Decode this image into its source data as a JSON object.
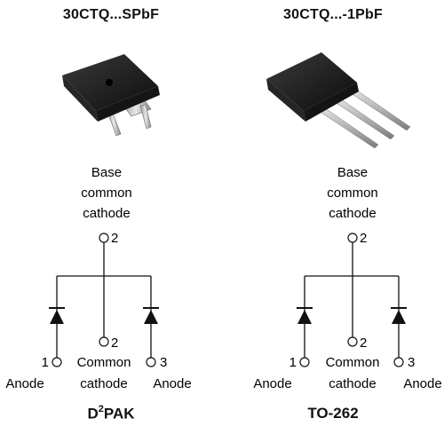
{
  "left": {
    "part_number": "30CTQ...SPbF",
    "package_prefix": "D",
    "package_sup": "2",
    "package_suffix": "PAK",
    "base_label": [
      "Base",
      "common",
      "cathode"
    ],
    "pin_base": "2",
    "pin1_number": "1",
    "pin1_name": "Anode",
    "pin2_number": "2",
    "pin2_name_line1": "Common",
    "pin2_name_line2": "cathode",
    "pin3_number": "3",
    "pin3_name": "Anode"
  },
  "right": {
    "part_number": "30CTQ...-1PbF",
    "package": "TO-262",
    "base_label": [
      "Base",
      "common",
      "cathode"
    ],
    "pin_base": "2",
    "pin1_number": "1",
    "pin1_name": "Anode",
    "pin2_number": "2",
    "pin2_name_line1": "Common",
    "pin2_name_line2": "cathode",
    "pin3_number": "3",
    "pin3_name": "Anode"
  }
}
